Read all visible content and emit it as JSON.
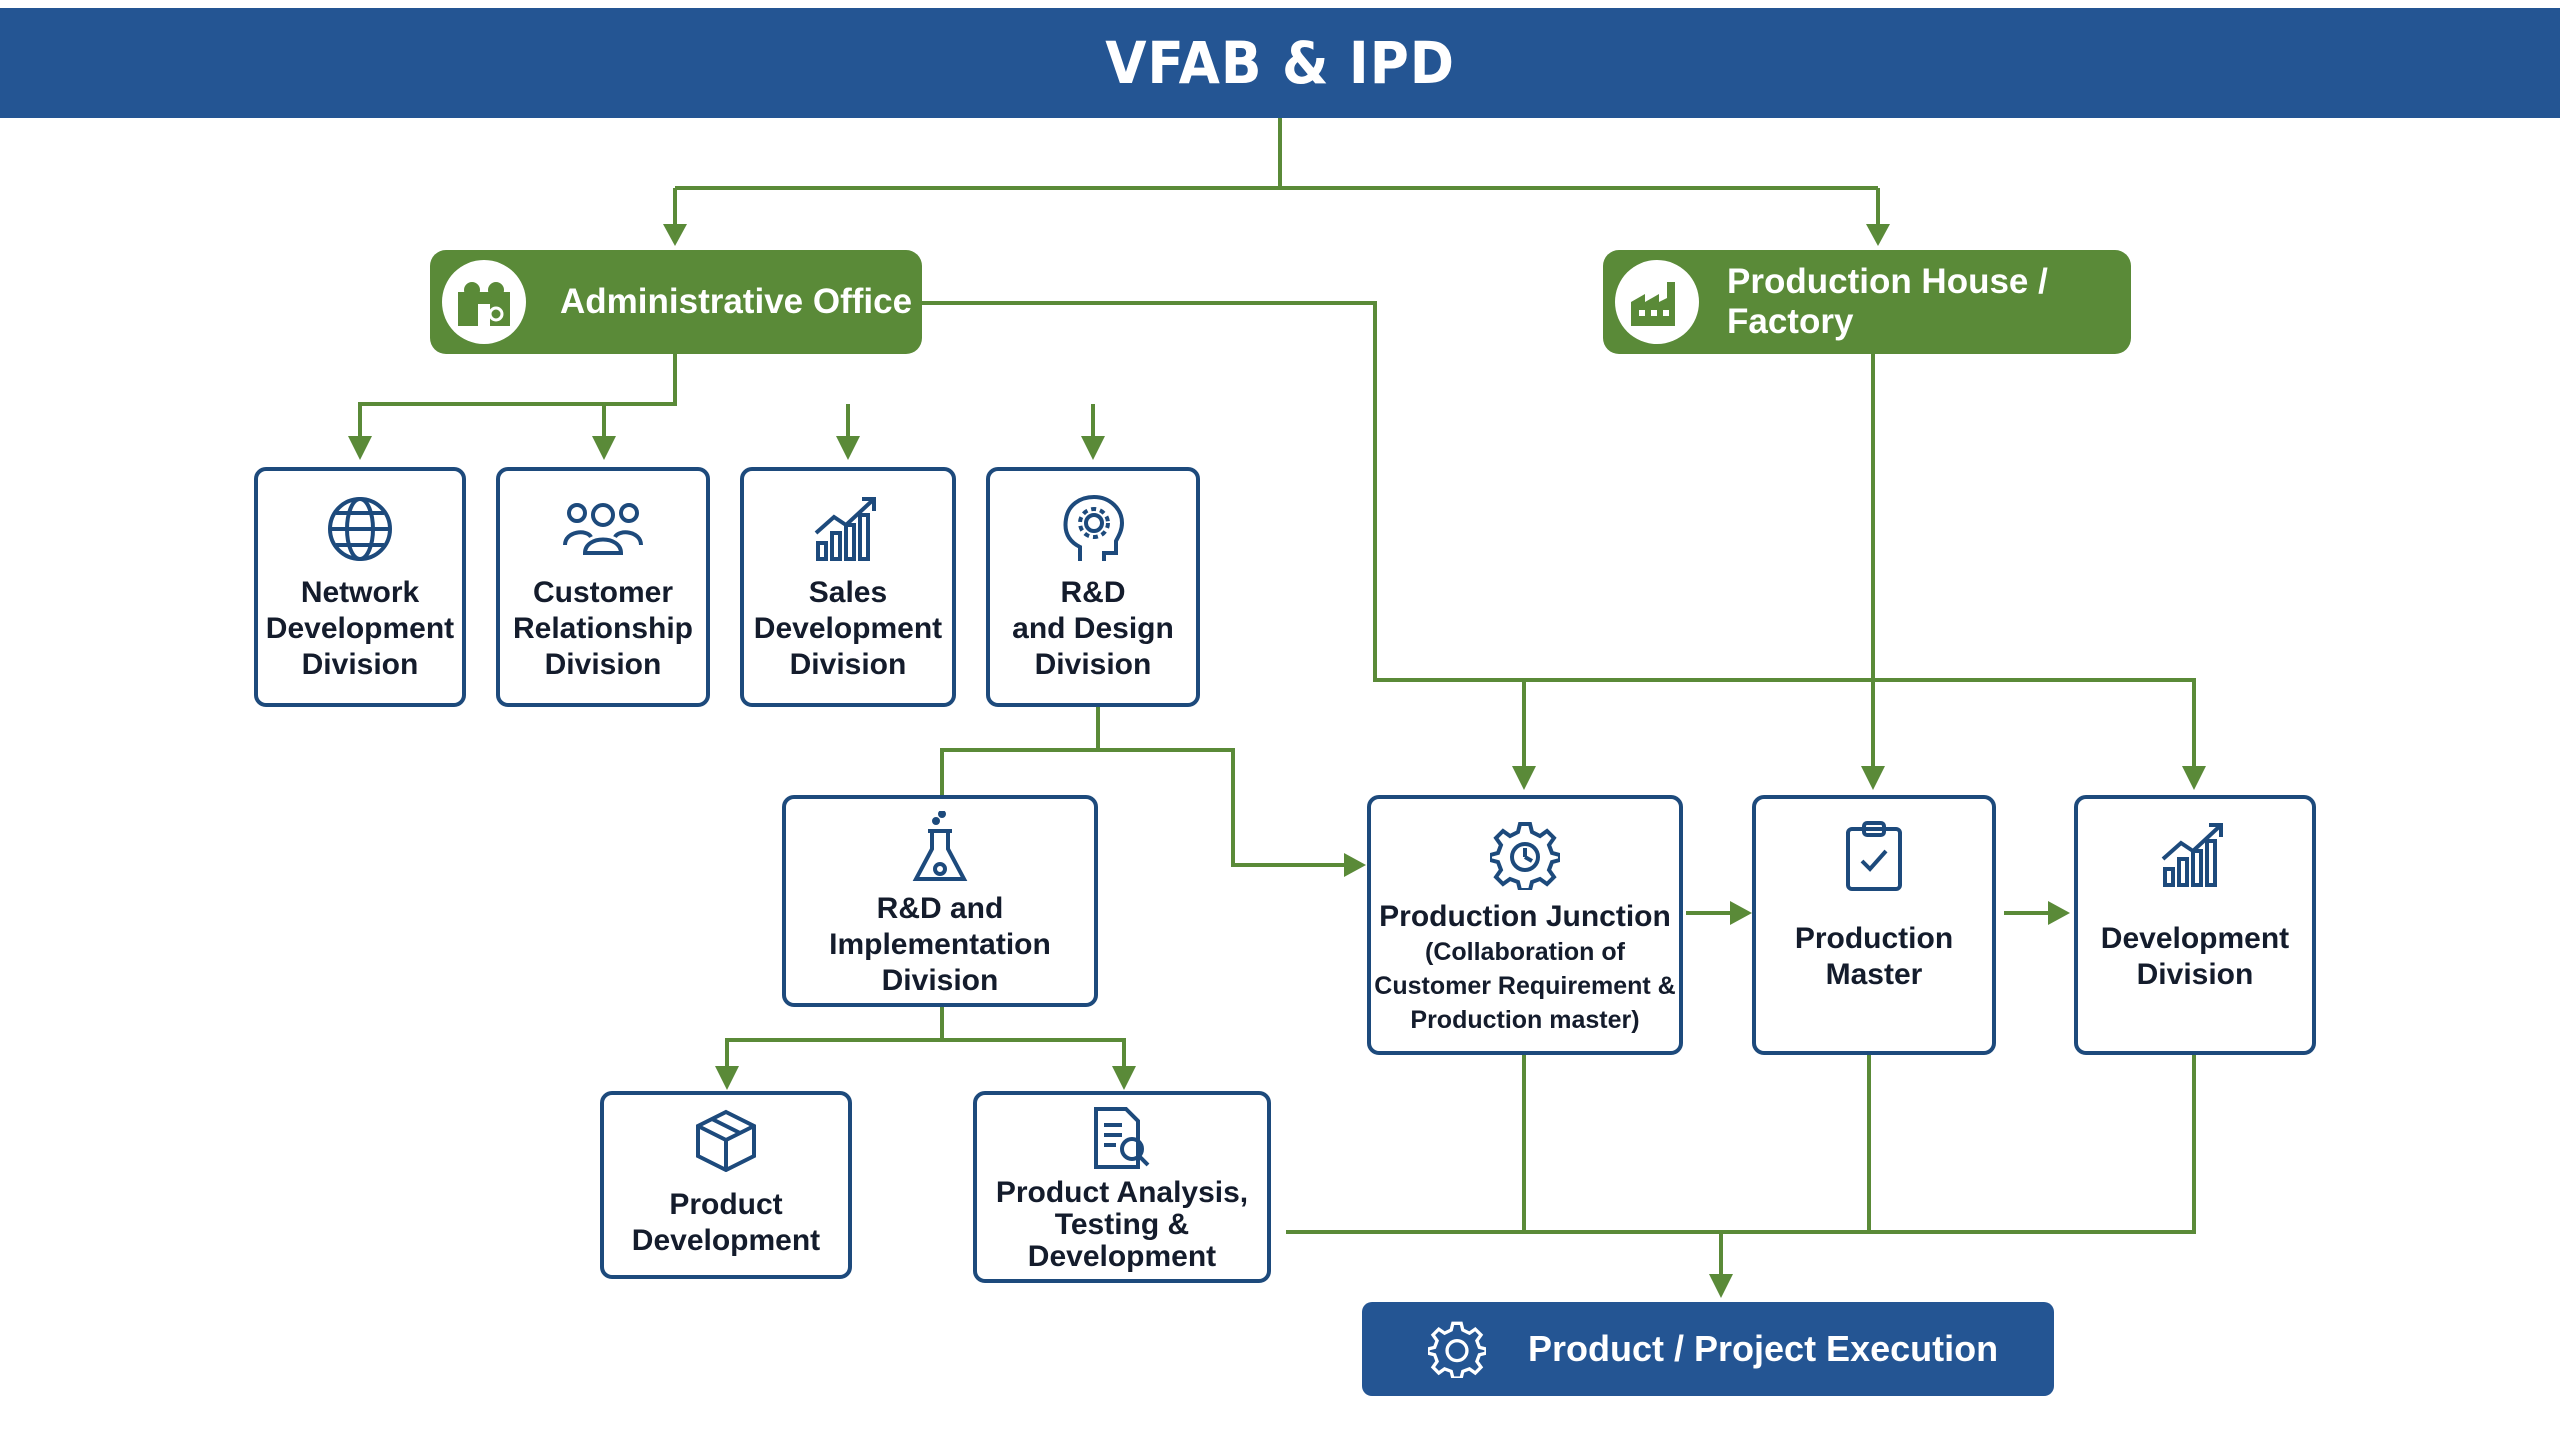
{
  "header": {
    "title": "VFAB & IPD"
  },
  "admin": {
    "label": "Administrative Office",
    "icon": "people-building-icon"
  },
  "factory": {
    "label": "Production House / Factory",
    "icon": "factory-icon"
  },
  "divisions": {
    "network": {
      "line1": "Network",
      "line2": "Development",
      "line3": "Division",
      "icon": "globe-icon"
    },
    "crm": {
      "line1": "Customer",
      "line2": "Relationship",
      "line3": "Division",
      "icon": "users-group-icon"
    },
    "sales": {
      "line1": "Sales",
      "line2": "Development",
      "line3": "Division",
      "icon": "growth-chart-icon"
    },
    "rnd": {
      "line1": "R&D",
      "line2": "and Design",
      "line3": "Division",
      "icon": "head-gear-icon"
    }
  },
  "rnd_impl": {
    "line1": "R&D and",
    "line2": "Implementation",
    "line3": "Division",
    "icon": "flask-icon"
  },
  "product_dev": {
    "line1": "Product",
    "line2": "Development",
    "icon": "box-icon"
  },
  "product_analysis": {
    "line1": "Product Analysis,",
    "line2": "Testing &",
    "line3": "Development",
    "icon": "document-search-icon"
  },
  "junction": {
    "title": "Production Junction",
    "sub1": "(Collaboration of",
    "sub2": "Customer Requirement &",
    "sub3": "Production master)",
    "icon": "gear-icon"
  },
  "prod_master": {
    "line1": "Production",
    "line2": "Master",
    "icon": "clipboard-check-icon"
  },
  "dev_division": {
    "line1": "Development",
    "line2": "Division",
    "icon": "bar-chart-icon"
  },
  "execution": {
    "label": "Product / Project Execution",
    "icon": "gear-icon"
  },
  "colors": {
    "header_blue": "#245593",
    "green": "#5a8a38",
    "box_border": "#1d4a7c"
  }
}
